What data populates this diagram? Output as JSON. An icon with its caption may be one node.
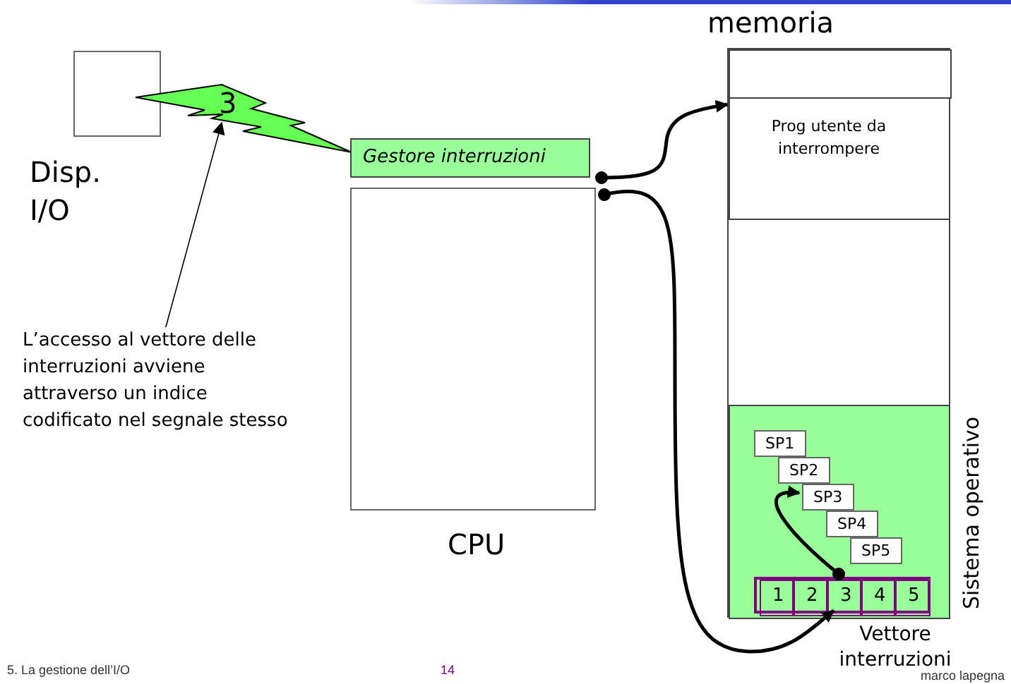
{
  "diagram": {
    "nodes": [
      {
        "text": [
          "Disp. I/O"
        ]
      },
      {
        "text": [
          "3"
        ]
      },
      {
        "text": [
          "Gestore interruzioni"
        ]
      },
      {
        "text": [
          "CPU"
        ]
      },
      {
        "text": [
          "memoria"
        ]
      },
      {
        "text": [],
        "shape": "box",
        "in": 4
      },
      {
        "text": [
          "Prog utente da interrompere"
        ],
        "in": 4
      },
      {
        "text": [
          "Sistema operativo"
        ],
        "in": 4
      },
      {
        "text": [
          "SP1"
        ],
        "in": 7
      },
      {
        "text": [
          "SP2"
        ],
        "in": 7
      },
      {
        "text": [
          "SP3"
        ],
        "in": 7
      },
      {
        "text": [
          "SP4"
        ],
        "in": 7
      },
      {
        "text": [
          "SP5"
        ],
        "in": 7
      },
      {
        "text": [
          "Vettore interruzioni"
        ],
        "in": 7
      },
      {
        "text": [
          "1"
        ],
        "in": 13
      },
      {
        "text": [
          "2"
        ],
        "in": 13
      },
      {
        "text": [
          "3"
        ],
        "in": 13
      },
      {
        "text": [
          "4"
        ],
        "in": 13
      },
      {
        "text": [
          "5"
        ],
        "in": 13
      },
      {
        "text": [
          "L’accesso al vettore delle interruzioni avviene attraverso un indice codificato nel segnale stesso"
        ]
      }
    ],
    "edges": [
      {
        "from": 19,
        "to": 1,
        "arrow": "to"
      },
      {
        "from": 2,
        "to": 6,
        "arrow": "to"
      },
      {
        "from": 2,
        "to": 16,
        "arrow": "to"
      },
      {
        "from": 16,
        "to": 10,
        "arrow": "to"
      }
    ],
    "labels": [
      "5. La gestione dell’I/O",
      "14",
      "marco lapegna"
    ]
  }
}
